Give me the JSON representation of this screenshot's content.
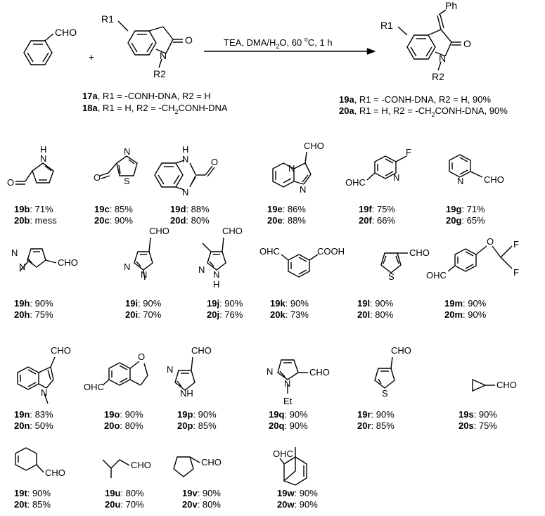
{
  "reaction": {
    "reactant1": {
      "group": "CHO"
    },
    "plus": "+",
    "reactant2": {
      "sub_r1": "R1",
      "sub_r2": "R2",
      "oxo": "O",
      "n": "N",
      "labels": [
        {
          "id": "17a",
          "text": ", R1 = -CONH-DNA, R2 = H"
        },
        {
          "id": "18a",
          "text": ", R1 = H, R2 = -CH",
          "sub": "2",
          "tail": "CONH-DNA"
        }
      ]
    },
    "conditions": {
      "pre": "TEA, DMA/H",
      "sub": "2",
      "mid": "O, 60 ",
      "sup": "o",
      "post": "C, 1 h"
    },
    "product": {
      "ph": "Ph",
      "sub_r1": "R1",
      "sub_r2": "R2",
      "oxo": "O",
      "n": "N",
      "labels": [
        {
          "id": "19a",
          "text": ", R1 = -CONH-DNA, R2 = H, 90%"
        },
        {
          "id": "20a",
          "text": ", R1 = H, R2 = -CH",
          "sub": "2",
          "tail": "CONH-DNA, 90%"
        }
      ]
    }
  },
  "atoms": {
    "NH": "NH",
    "H": "H",
    "N": "N",
    "S": "S",
    "O": "O",
    "F": "F",
    "CHO": "CHO",
    "OHC": "OHC",
    "COOH": "COOH",
    "Et": "Et"
  },
  "substrates": [
    {
      "a": "19b",
      "av": ": 71%",
      "b": "20b",
      "bv": ": mess"
    },
    {
      "a": "19c",
      "av": ": 85%",
      "b": "20c",
      "bv": ": 90%"
    },
    {
      "a": "19d",
      "av": ": 88%",
      "b": "20d",
      "bv": ": 80%"
    },
    {
      "a": "19e",
      "av": ": 86%",
      "b": "20e",
      "bv": ": 88%"
    },
    {
      "a": "19f",
      "av": ": 75%",
      "b": "20f",
      "bv": ": 66%"
    },
    {
      "a": "19g",
      "av": ": 71%",
      "b": "20g",
      "bv": ": 65%"
    },
    {
      "a": "19h",
      "av": ": 90%",
      "b": "20h",
      "bv": ": 75%"
    },
    {
      "a": "19i",
      "av": ": 90%",
      "b": "20i",
      "bv": ": 70%"
    },
    {
      "a": "19j",
      "av": ": 90%",
      "b": "20j",
      "bv": ": 76%"
    },
    {
      "a": "19k",
      "av": ": 90%",
      "b": "20k",
      "bv": ": 73%"
    },
    {
      "a": "19l",
      "av": ": 90%",
      "b": "20l",
      "bv": ": 80%"
    },
    {
      "a": "19m",
      "av": ": 90%",
      "b": "20m",
      "bv": ": 90%"
    },
    {
      "a": "19n",
      "av": ": 83%",
      "b": "20n",
      "bv": ": 50%"
    },
    {
      "a": "19o",
      "av": ": 90%",
      "b": "20o",
      "bv": ": 80%"
    },
    {
      "a": "19p",
      "av": ": 90%",
      "b": "20p",
      "bv": ": 85%"
    },
    {
      "a": "19q",
      "av": ": 90%",
      "b": "20q",
      "bv": ": 90%"
    },
    {
      "a": "19r",
      "av": ": 90%",
      "b": "20r",
      "bv": ": 85%"
    },
    {
      "a": "19s",
      "av": ": 90%",
      "b": "20s",
      "bv": ": 75%"
    },
    {
      "a": "19t",
      "av": ": 90%",
      "b": "20t",
      "bv": ": 85%"
    },
    {
      "a": "19u",
      "av": ": 80%",
      "b": "20u",
      "bv": ": 70%"
    },
    {
      "a": "19v",
      "av": ": 90%",
      "b": "20v",
      "bv": ": 80%"
    },
    {
      "a": "19w",
      "av": ": 90%",
      "b": "20w",
      "bv": ": 90%"
    }
  ]
}
